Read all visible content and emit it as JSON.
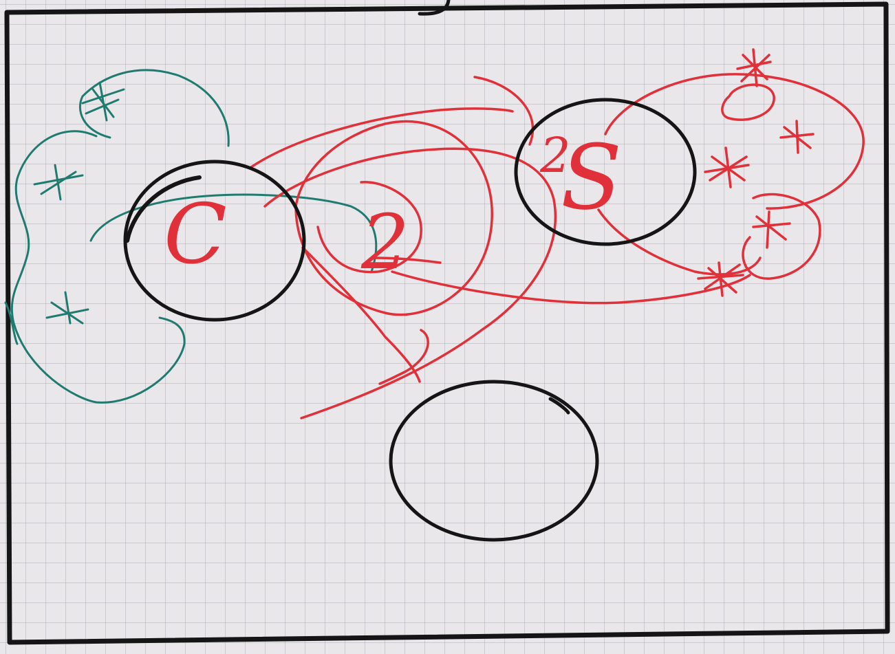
{
  "sheet": {
    "paper_color": "#e9e7ea",
    "grid_color": "#9a9aa6",
    "ink_colors": {
      "black": "#151515",
      "red": "#e0303a",
      "green": "#1f7a70"
    }
  },
  "labels": {
    "circle_c": "C",
    "circle_s": "S",
    "circle_middle": "2",
    "near_s_small": "2"
  },
  "marks": {
    "star_count_green": 3,
    "star_count_red": 5
  }
}
